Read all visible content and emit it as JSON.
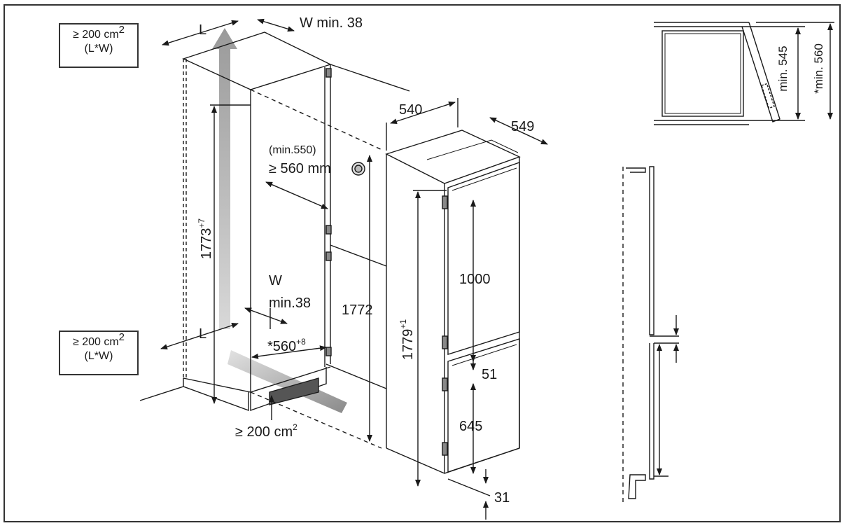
{
  "vent_top": {
    "area": "≥ 200 cm",
    "sup": "2",
    "dims": "(L*W)"
  },
  "vent_bottom": {
    "area": "≥ 200 cm",
    "sup": "2",
    "dims": "(L*W)"
  },
  "vent_plinth": {
    "area": "≥ 200 cm",
    "sup": "2"
  },
  "labels": {
    "l_top": "L",
    "l_bottom": "L",
    "w_top": "W min. 38",
    "w_mid_1": "W",
    "w_mid_2": "min.38",
    "depth_min": "(min.550)",
    "depth": "≥ 560 mm",
    "niche_height": "1773",
    "niche_height_tol": "+7",
    "niche_depth_star": "*560",
    "niche_depth_tol": "+8",
    "appliance_width": "540",
    "appliance_depth": "549",
    "appliance_height_1772": "1772",
    "appliance_height": "1779",
    "appliance_height_tol": "+1",
    "upper_door": "1000",
    "gap_51": "51",
    "lower_door": "645",
    "bottom_31": "31",
    "min_545": "min. 545",
    "min_560": "*min. 560"
  },
  "colors": {
    "line": "#1a1a1a",
    "arrow_fill": "#a8a8a8",
    "dash": "#333333"
  }
}
